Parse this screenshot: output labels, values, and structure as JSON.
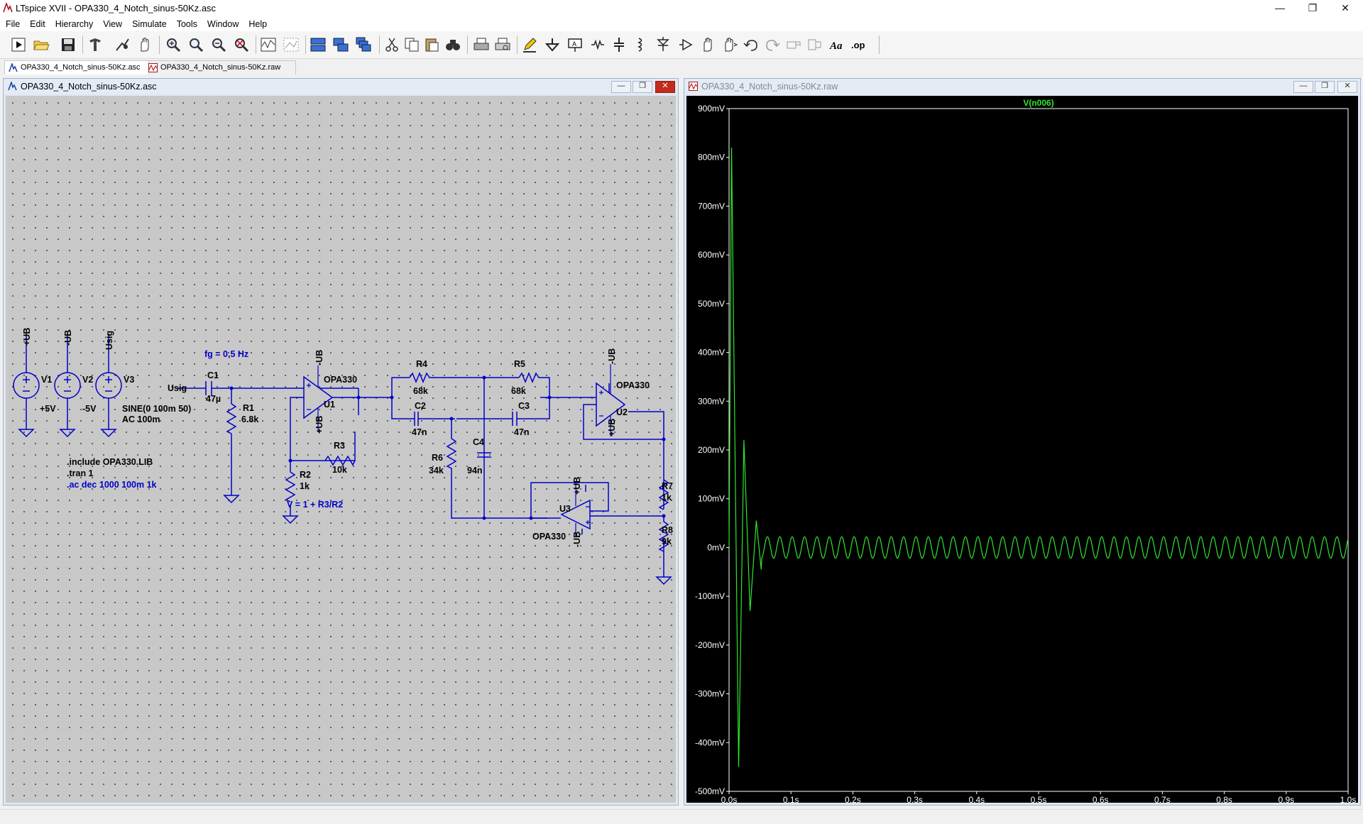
{
  "window": {
    "title": "LTspice XVII - OPA330_4_Notch_sinus-50Kz.asc",
    "min_glyph": "—",
    "max_glyph": "❐",
    "close_glyph": "✕"
  },
  "menu": [
    "File",
    "Edit",
    "Hierarchy",
    "View",
    "Simulate",
    "Tools",
    "Window",
    "Help"
  ],
  "toolbar": [
    "run-icon",
    "open-icon",
    "save-icon",
    "control-panel-icon",
    "halt-icon",
    "pan-icon",
    "zoom-in-icon",
    "zoom-out-icon",
    "zoom-back-icon",
    "zoom-fit-icon",
    "autorange-icon",
    "grid-icon",
    "tile-horizontal-icon",
    "tile-vertical-icon",
    "cascade-icon",
    "cut-icon",
    "copy-icon",
    "paste-icon",
    "find-icon",
    "print-icon",
    "print-preview-icon",
    "pencil-icon",
    "ground-icon",
    "label-icon",
    "resistor-icon",
    "capacitor-icon",
    "inductor-icon",
    "diode-icon",
    "component-icon",
    "move-icon",
    "drag-icon",
    "undo-icon",
    "redo-icon",
    "rotate-icon",
    "mirror-icon",
    "text-icon",
    "spice-directive-icon"
  ],
  "toolbar_text": {
    "text_label": "Aa",
    "op_label": ".op"
  },
  "tabs": [
    {
      "label": "OPA330_4_Notch_sinus-50Kz.asc",
      "active": true
    },
    {
      "label": "OPA330_4_Notch_sinus-50Kz.raw",
      "active": false
    }
  ],
  "schematic": {
    "title": "OPA330_4_Notch_sinus-50Kz.asc",
    "labels": {
      "plus_ub": "+UB",
      "minus_ub": "-UB",
      "usig": "Usig",
      "v1": "V1",
      "v2": "V2",
      "v3": "V3",
      "v1_val": "+5V",
      "v2_val": "-5V",
      "v3_val1": "SINE(0 100m 50)",
      "v3_val2": "AC 100m",
      "fg": "fg = 0,5 Hz",
      "c1": "C1",
      "c1_val": "47µ",
      "r1": "R1",
      "r1_val": "6.8k",
      "r2": "R2",
      "r2_val": "1k",
      "r3": "R3",
      "r3_val": "10k",
      "u1": "U1",
      "u2": "U2",
      "u3": "U3",
      "opamp": "OPA330",
      "r4": "R4",
      "r4_val": "68k",
      "r5": "R5",
      "r5_val": "68k",
      "c2": "C2",
      "c2_val": "47n",
      "c3": "C3",
      "c3_val": "47n",
      "r6": "R6",
      "r6_val": "34k",
      "c4": "C4",
      "c4_val": "94n",
      "r7": "R7",
      "r7_val": "1k",
      "r8": "R8",
      "r8_val": "9k",
      "gain": "V = 1 + R3/R2",
      "include": ".include OPA330.LIB",
      "tran": ".tran 1",
      "ac": ".ac dec 1000 100m 1k"
    }
  },
  "waveform": {
    "title": "OPA330_4_Notch_sinus-50Kz.raw",
    "colors": {
      "trace": "#2ee62e",
      "background": "#000000",
      "axis": "#ffffff"
    }
  },
  "chart_data": {
    "type": "line",
    "title": "V(n006)",
    "series": [
      {
        "name": "V(n006)",
        "color": "#2ee62e"
      }
    ],
    "xlabel": "",
    "ylabel": "",
    "x_ticks": [
      "0.0s",
      "0.1s",
      "0.2s",
      "0.3s",
      "0.4s",
      "0.5s",
      "0.6s",
      "0.7s",
      "0.8s",
      "0.9s",
      "1.0s"
    ],
    "y_ticks": [
      "900mV",
      "800mV",
      "700mV",
      "600mV",
      "500mV",
      "400mV",
      "300mV",
      "200mV",
      "100mV",
      "0mV",
      "-100mV",
      "-200mV",
      "-300mV",
      "-400mV",
      "-500mV"
    ],
    "xlim": [
      0,
      1.0
    ],
    "ylim": [
      -500,
      900
    ],
    "y_unit": "mV",
    "peaks": [
      [
        0.004,
        820
      ],
      [
        0.0155,
        -450
      ],
      [
        0.024,
        220
      ],
      [
        0.034,
        -130
      ],
      [
        0.044,
        55
      ],
      [
        0.052,
        -45
      ]
    ],
    "steady_state": {
      "frequency_hz": 50,
      "amplitude_mv": 22,
      "offset_mv": 0
    }
  }
}
